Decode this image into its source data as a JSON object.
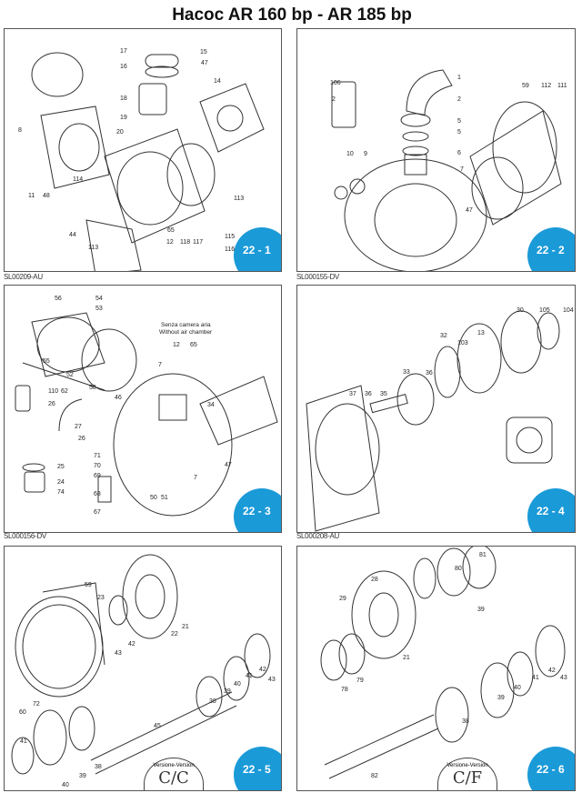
{
  "title": "Hacoc AR 160 bp - AR 185 bp",
  "panels": [
    {
      "badge": "22 - 1",
      "code": "SL00209-AU",
      "parts": [
        "17",
        "16",
        "15",
        "47",
        "14",
        "18",
        "19",
        "8",
        "20",
        "114",
        "11",
        "48",
        "113",
        "44",
        "65",
        "12",
        "115",
        "118",
        "117",
        "116",
        "113"
      ]
    },
    {
      "badge": "22 - 2",
      "code": "SL000155-DV",
      "parts": [
        "106",
        "1",
        "2",
        "2",
        "59",
        "112",
        "111",
        "5",
        "5",
        "10",
        "9",
        "6",
        "7",
        "47"
      ]
    },
    {
      "badge": "22 - 3",
      "code": "SL000156-DV",
      "note": [
        "Senza camera aria",
        "Without air chamber"
      ],
      "parts": [
        "56",
        "54",
        "53",
        "12",
        "65",
        "55",
        "7",
        "52",
        "110",
        "62",
        "58",
        "46",
        "26",
        "34",
        "27",
        "26",
        "71",
        "70",
        "25",
        "69",
        "47",
        "7",
        "24",
        "74",
        "68",
        "50",
        "51",
        "67"
      ]
    },
    {
      "badge": "22 - 4",
      "code": "SL000208-AU",
      "parts": [
        "30",
        "105",
        "104",
        "32",
        "13",
        "103",
        "33",
        "36",
        "37",
        "36",
        "35"
      ]
    },
    {
      "badge": "22 - 5",
      "version_label": "Versione-Version",
      "version": "C/C",
      "parts": [
        "59",
        "23",
        "21",
        "22",
        "43",
        "42",
        "41",
        "42",
        "43",
        "40",
        "39",
        "38",
        "72",
        "60",
        "45",
        "41",
        "38",
        "39",
        "40"
      ]
    },
    {
      "badge": "22 - 6",
      "version_label": "Versione-Version",
      "version": "C/F",
      "parts": [
        "81",
        "80",
        "28",
        "29",
        "39",
        "21",
        "78",
        "79",
        "41",
        "42",
        "43",
        "40",
        "39",
        "38",
        "82"
      ]
    }
  ],
  "colors": {
    "badge": "#1b9ad8"
  }
}
